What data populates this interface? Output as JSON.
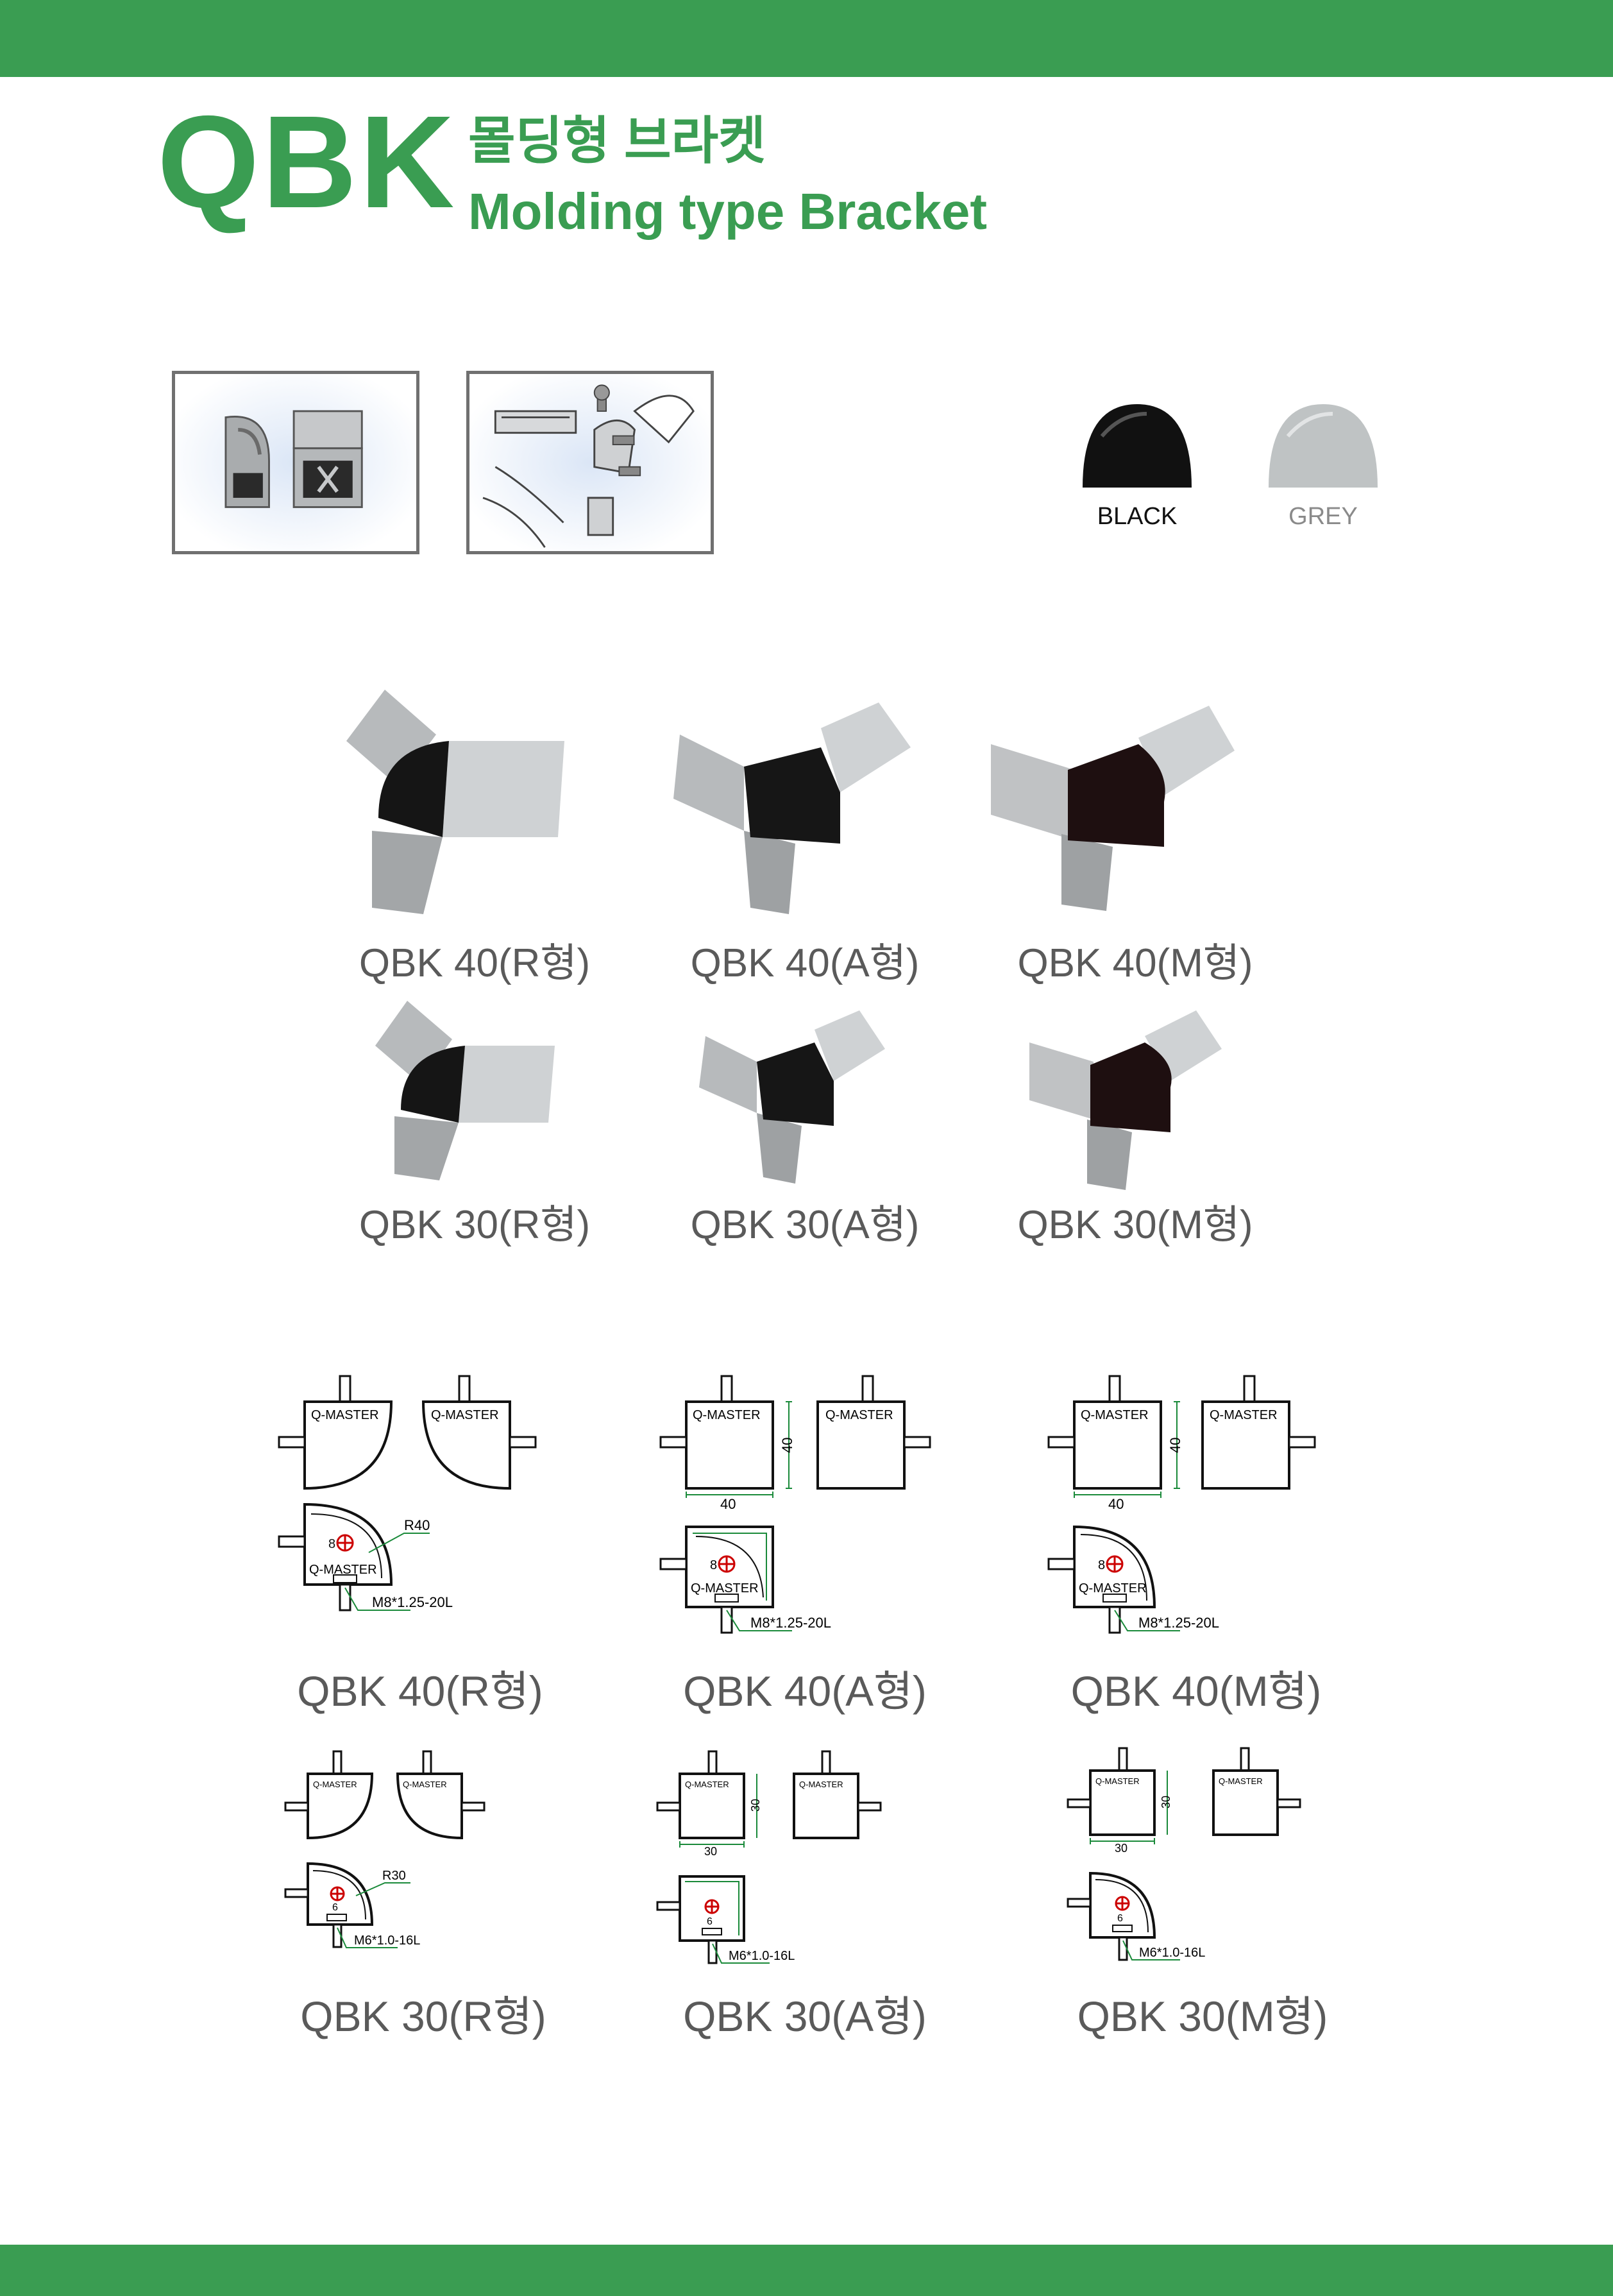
{
  "header": {
    "logo": "QBK",
    "title_ko": "몰딩형 브라켓",
    "title_en": "Molding type Bracket"
  },
  "colors": {
    "brand_green": "#3a9d52",
    "cap_black": "#111111",
    "cap_grey": "#bfc3c4",
    "label_grey": "#5a5a5a"
  },
  "swatches": [
    {
      "label": "BLACK",
      "color": "#111111"
    },
    {
      "label": "GREY",
      "color": "#bfc3c4"
    }
  ],
  "products": [
    {
      "label": "QBK 40(R형)"
    },
    {
      "label": "QBK 40(A형)"
    },
    {
      "label": "QBK 40(M형)"
    },
    {
      "label": "QBK 30(R형)"
    },
    {
      "label": "QBK 30(A형)"
    },
    {
      "label": "QBK 30(M형)"
    }
  ],
  "drawings": [
    {
      "label": "QBK 40(R형)",
      "brand": "Q-MASTER",
      "radius": "R40",
      "hole": "8",
      "screw": "M8*1.25-20L"
    },
    {
      "label": "QBK 40(A형)",
      "brand": "Q-MASTER",
      "width": "40",
      "height": "40",
      "hole": "8",
      "screw": "M8*1.25-20L"
    },
    {
      "label": "QBK 40(M형)",
      "brand": "Q-MASTER",
      "width": "40",
      "height": "40",
      "hole": "8",
      "screw": "M8*1.25-20L"
    },
    {
      "label": "QBK 30(R형)",
      "brand": "Q-MASTER",
      "radius": "R30",
      "hole": "6",
      "screw": "M6*1.0-16L"
    },
    {
      "label": "QBK 30(A형)",
      "brand": "Q-MASTER",
      "width": "30",
      "height": "30",
      "hole": "6",
      "screw": "M6*1.0-16L"
    },
    {
      "label": "QBK 30(M형)",
      "brand": "Q-MASTER",
      "width": "30",
      "height": "30",
      "hole": "6",
      "screw": "M6*1.0-16L"
    }
  ]
}
